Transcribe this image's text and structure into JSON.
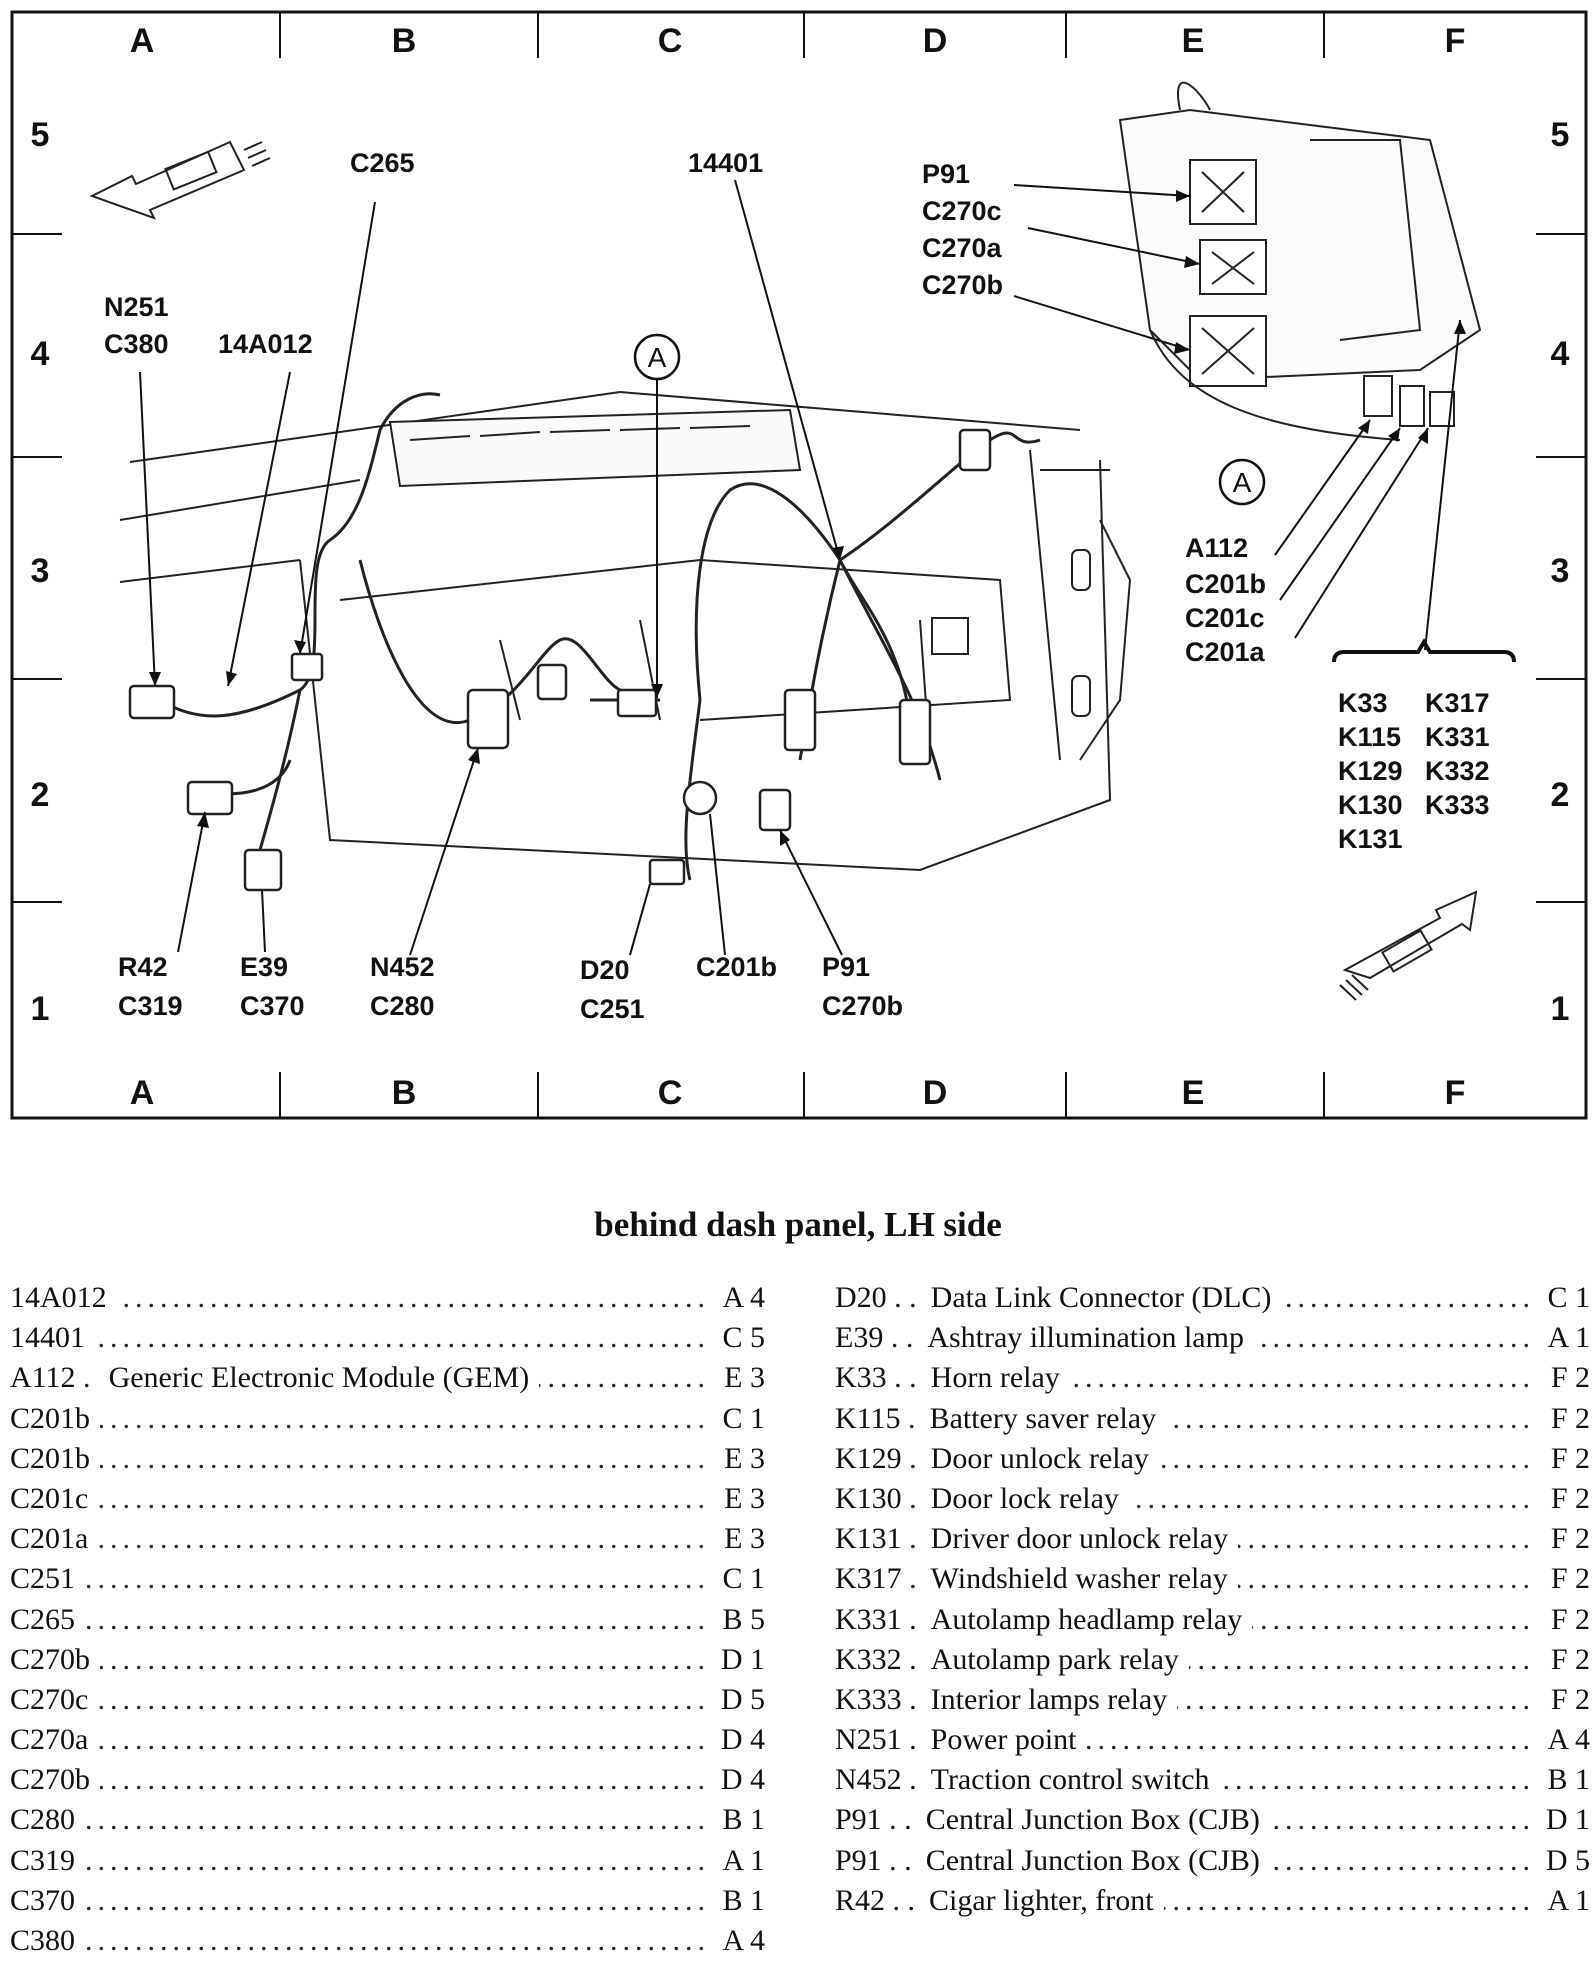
{
  "grid": {
    "columns": [
      "A",
      "B",
      "C",
      "D",
      "E",
      "F"
    ],
    "rows": [
      "5",
      "4",
      "3",
      "2",
      "1"
    ]
  },
  "callouts": {
    "marker_a_center": "A",
    "marker_a_right": "A"
  },
  "labels": [
    {
      "id": "c265",
      "lines": [
        "C265"
      ]
    },
    {
      "id": "14401",
      "lines": [
        "14401"
      ]
    },
    {
      "id": "p91-top",
      "lines": [
        "P91",
        "C270c",
        "C270a",
        "C270b"
      ]
    },
    {
      "id": "n251",
      "lines": [
        "N251",
        "C380"
      ]
    },
    {
      "id": "14a012",
      "lines": [
        "14A012"
      ]
    },
    {
      "id": "a112",
      "lines": [
        "A112",
        "C201b",
        "C201c",
        "C201a"
      ]
    },
    {
      "id": "relays-left",
      "lines": [
        "K33",
        "K115",
        "K129",
        "K130",
        "K131"
      ]
    },
    {
      "id": "relays-right",
      "lines": [
        "K317",
        "K331",
        "K332",
        "K333"
      ]
    },
    {
      "id": "r42",
      "lines": [
        "R42",
        "C319"
      ]
    },
    {
      "id": "e39",
      "lines": [
        "E39",
        "C370"
      ]
    },
    {
      "id": "n452",
      "lines": [
        "N452",
        "C280"
      ]
    },
    {
      "id": "d20",
      "lines": [
        "D20",
        "C251"
      ]
    },
    {
      "id": "c201b-bottom",
      "lines": [
        "C201b"
      ]
    },
    {
      "id": "p91-bottom",
      "lines": [
        "P91",
        "C270b"
      ]
    }
  ],
  "caption": "behind dash panel, LH side",
  "legend_left": [
    {
      "code": "14A012",
      "desc": "",
      "ref": "A 4"
    },
    {
      "code": "14401",
      "desc": "",
      "ref": "C 5"
    },
    {
      "code": "A112 .",
      "desc": "Generic Electronic Module (GEM)",
      "ref": "E 3"
    },
    {
      "code": "C201b",
      "desc": "",
      "ref": "C 1"
    },
    {
      "code": "C201b",
      "desc": "",
      "ref": "E 3"
    },
    {
      "code": "C201c",
      "desc": "",
      "ref": "E 3"
    },
    {
      "code": "C201a",
      "desc": "",
      "ref": "E 3"
    },
    {
      "code": "C251",
      "desc": "",
      "ref": "C 1"
    },
    {
      "code": "C265",
      "desc": "",
      "ref": "B 5"
    },
    {
      "code": "C270b",
      "desc": "",
      "ref": "D 1"
    },
    {
      "code": "C270c",
      "desc": "",
      "ref": "D 5"
    },
    {
      "code": "C270a",
      "desc": "",
      "ref": "D 4"
    },
    {
      "code": "C270b",
      "desc": "",
      "ref": "D 4"
    },
    {
      "code": "C280",
      "desc": "",
      "ref": "B 1"
    },
    {
      "code": "C319",
      "desc": "",
      "ref": "A 1"
    },
    {
      "code": "C370",
      "desc": "",
      "ref": "B 1"
    },
    {
      "code": "C380",
      "desc": "",
      "ref": "A 4"
    }
  ],
  "legend_right": [
    {
      "code": "D20 . .",
      "desc": "Data Link Connector (DLC)",
      "ref": "C 1"
    },
    {
      "code": "E39 . .",
      "desc": "Ashtray illumination lamp",
      "ref": "A 1"
    },
    {
      "code": "K33 . .",
      "desc": "Horn relay",
      "ref": "F 2"
    },
    {
      "code": "K115 .",
      "desc": "Battery saver relay",
      "ref": "F 2"
    },
    {
      "code": "K129 .",
      "desc": "Door unlock relay",
      "ref": "F 2"
    },
    {
      "code": "K130 .",
      "desc": "Door lock relay",
      "ref": "F 2"
    },
    {
      "code": "K131 .",
      "desc": "Driver door unlock relay",
      "ref": "F 2"
    },
    {
      "code": "K317 .",
      "desc": "Windshield washer relay",
      "ref": "F 2"
    },
    {
      "code": "K331 .",
      "desc": "Autolamp headlamp relay",
      "ref": "F 2"
    },
    {
      "code": "K332 .",
      "desc": "Autolamp park relay",
      "ref": "F 2"
    },
    {
      "code": "K333 .",
      "desc": "Interior lamps relay",
      "ref": "F 2"
    },
    {
      "code": "N251 .",
      "desc": "Power point",
      "ref": "A 4"
    },
    {
      "code": "N452 .",
      "desc": "Traction control switch",
      "ref": "B 1"
    },
    {
      "code": "P91 . .",
      "desc": "Central Junction Box (CJB)",
      "ref": "D 1"
    },
    {
      "code": "P91 . .",
      "desc": "Central Junction Box (CJB)",
      "ref": "D 5"
    },
    {
      "code": "R42 . .",
      "desc": "Cigar lighter, front",
      "ref": "A 1"
    }
  ]
}
